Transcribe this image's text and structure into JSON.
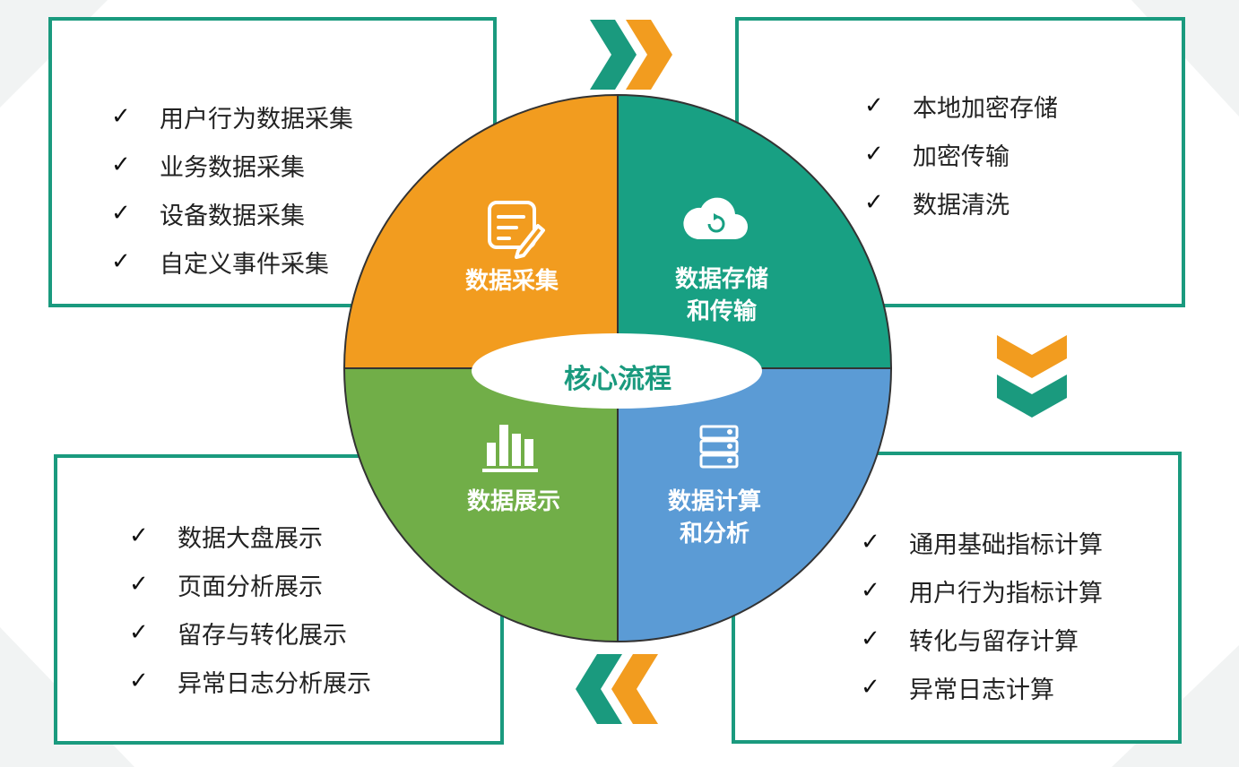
{
  "center": {
    "core_label": "核心流程",
    "segments": {
      "collect": {
        "label_lines": [
          "数据采集"
        ],
        "icon": "edit-note-icon",
        "color": "#f29c1f"
      },
      "storage": {
        "label_lines": [
          "数据存储",
          "和传输"
        ],
        "icon": "cloud-refresh-icon",
        "color": "#18a083"
      },
      "compute": {
        "label_lines": [
          "数据计算",
          "和分析"
        ],
        "icon": "server-icon",
        "color": "#5b9bd5"
      },
      "display": {
        "label_lines": [
          "数据展示"
        ],
        "icon": "bar-chart-icon",
        "color": "#71ae48"
      }
    }
  },
  "boxes": {
    "collect": {
      "check": "✓",
      "items": [
        "用户行为数据采集",
        "业务数据采集",
        "设备数据采集",
        "自定义事件采集"
      ]
    },
    "storage": {
      "check": "✓",
      "items": [
        "本地加密存储",
        "加密传输",
        "数据清洗"
      ]
    },
    "compute": {
      "check": "✓",
      "items": [
        "通用基础指标计算",
        "用户行为指标计算",
        "转化与留存计算",
        "异常日志计算"
      ]
    },
    "display": {
      "check": "✓",
      "items": [
        "数据大盘展示",
        "页面分析展示",
        "留存与转化展示",
        "异常日志分析展示"
      ]
    }
  },
  "arrows": {
    "colors": {
      "teal": "#1a9a7e",
      "orange": "#f29c1f"
    },
    "icons": [
      "chevron-right-icon",
      "chevron-down-icon",
      "chevron-left-icon"
    ]
  }
}
